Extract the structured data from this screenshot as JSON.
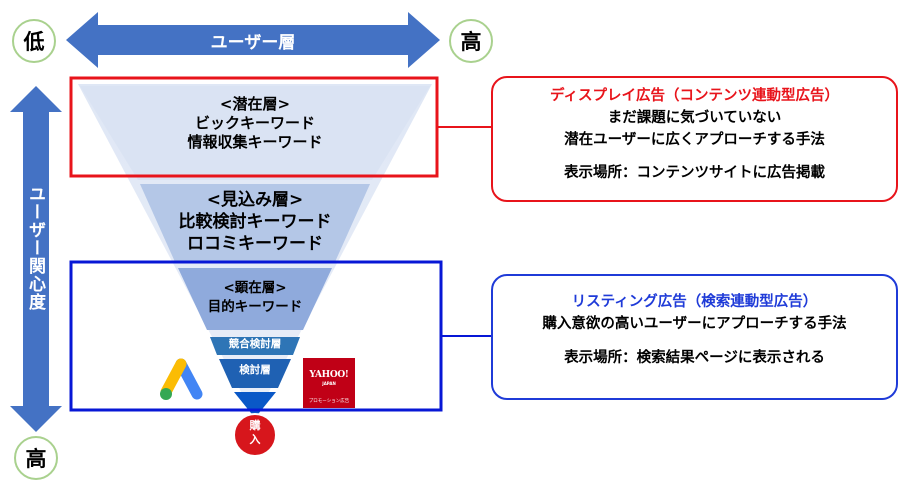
{
  "top_axis": {
    "left": "低",
    "label": "ユーザー層",
    "right": "高"
  },
  "side_axis": {
    "label": "ユーザー関心度",
    "bottom": "高"
  },
  "tiers": [
    {
      "heading": "<潜在層>",
      "line1": "ビックキーワード",
      "line2": "情報収集キーワード"
    },
    {
      "heading": "<見込み層>",
      "line1": "比較検討キーワード",
      "line2": "ロコミキーワード"
    },
    {
      "heading": "<顕在層>",
      "line1": "目的キーワード"
    },
    {
      "label": "競合検討層"
    },
    {
      "label": "検討層"
    }
  ],
  "purchase": {
    "line1": "購",
    "line2": "入"
  },
  "callouts": [
    {
      "title": "ディスプレイ広告（コンテンツ連動型広告）",
      "line1": "まだ課題に気づいていない",
      "line2": "潜在ユーザーに広くアプローチする手法",
      "line3": "表示場所：コンテンツサイトに広告掲載"
    },
    {
      "title": "リスティング広告（検索連動型広告）",
      "line1": "購入意欲の高いユーザーにアプローチする手法",
      "line2": "表示場所：検索結果ページに表示される"
    }
  ],
  "logos": {
    "yahoo_main": "YAHOO!",
    "yahoo_sub": "JAPAN",
    "yahoo_footer": "プロモーション広告"
  },
  "colors": {
    "arrow_blue": "#4472c4",
    "tier1": "#dae3f3",
    "tier2": "#b4c7e7",
    "tier3": "#8faadc",
    "tier4": "#2e75b6",
    "tier5": "#1f61b3",
    "tip": "#0a58c7",
    "red": "#e8141b",
    "blue": "#0717d6",
    "purchase": "#d7161c",
    "callout1_title": "#e8141b",
    "callout2_title": "#1f3bd8"
  }
}
